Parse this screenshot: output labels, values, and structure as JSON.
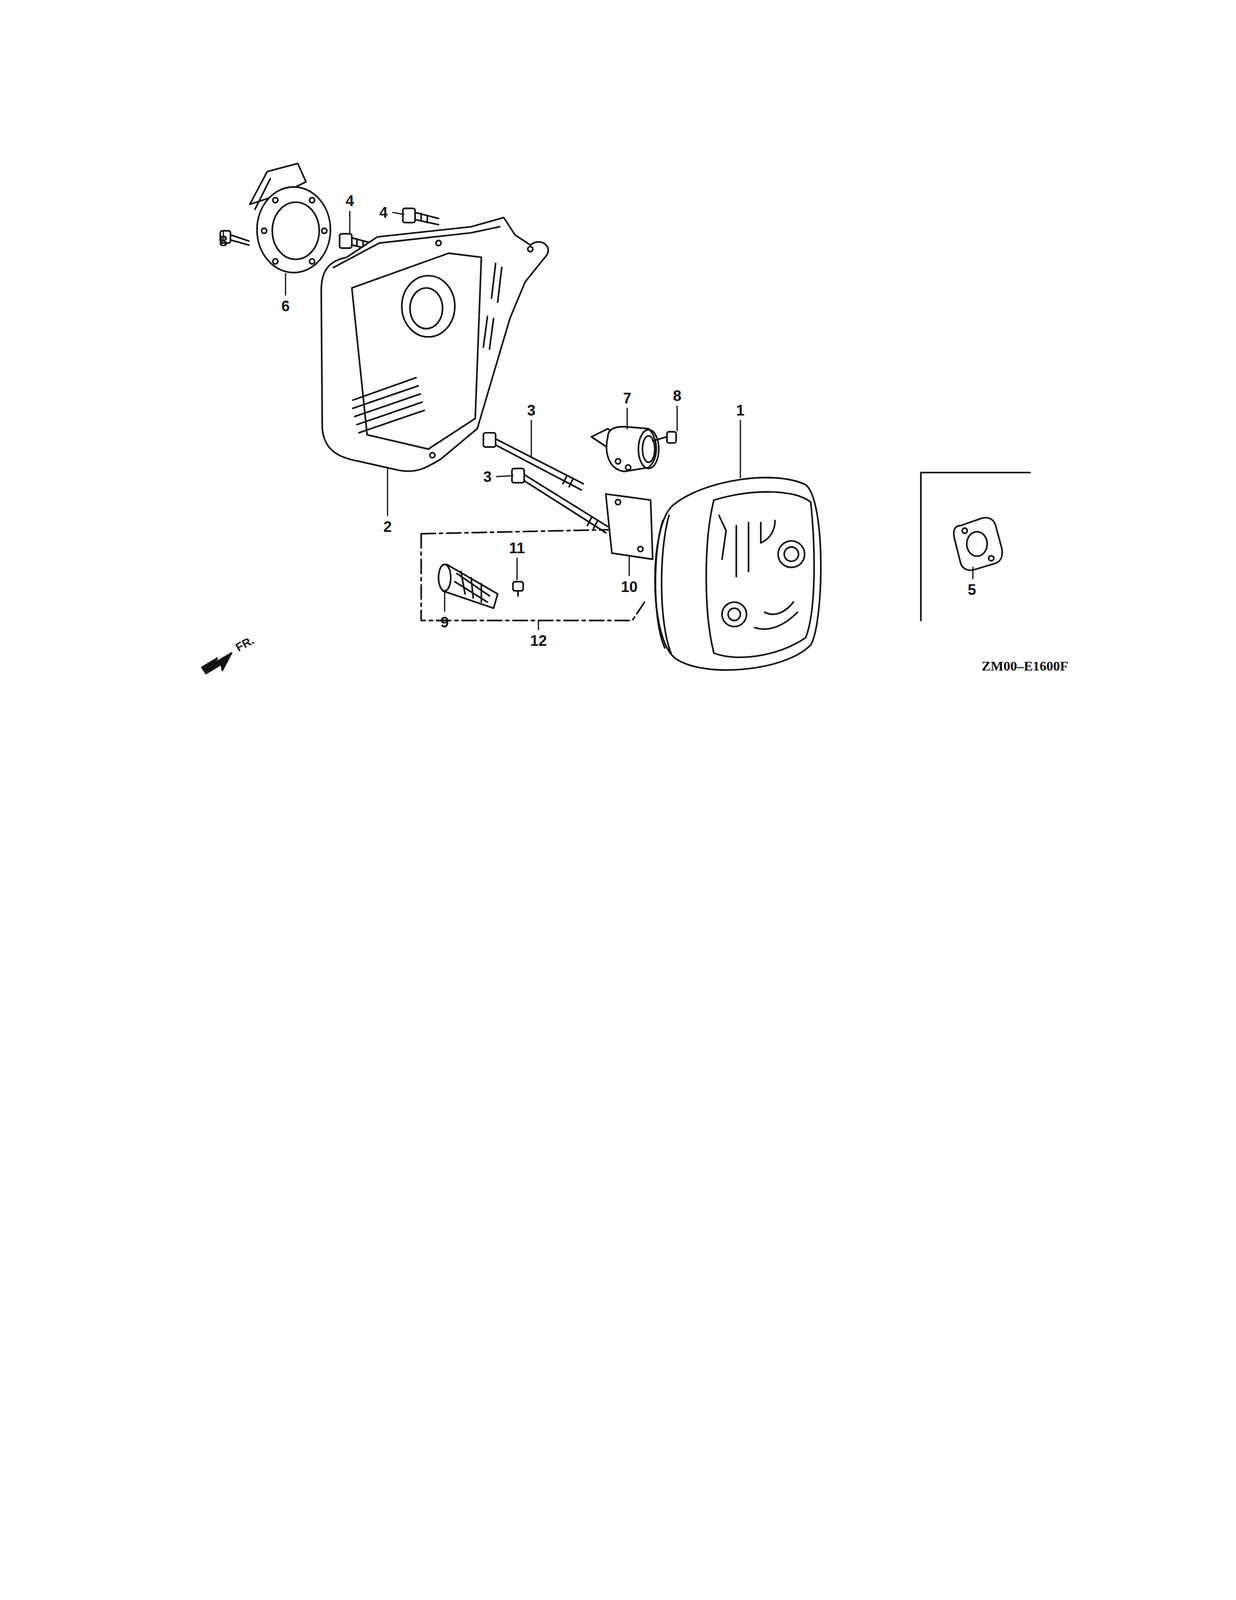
{
  "diagram": {
    "labels": [
      "4",
      "4",
      "8",
      "6",
      "2",
      "3",
      "3",
      "7",
      "8",
      "1",
      "11",
      "9",
      "10",
      "12",
      "5",
      "FR.",
      "ZM00–E1600F"
    ]
  }
}
